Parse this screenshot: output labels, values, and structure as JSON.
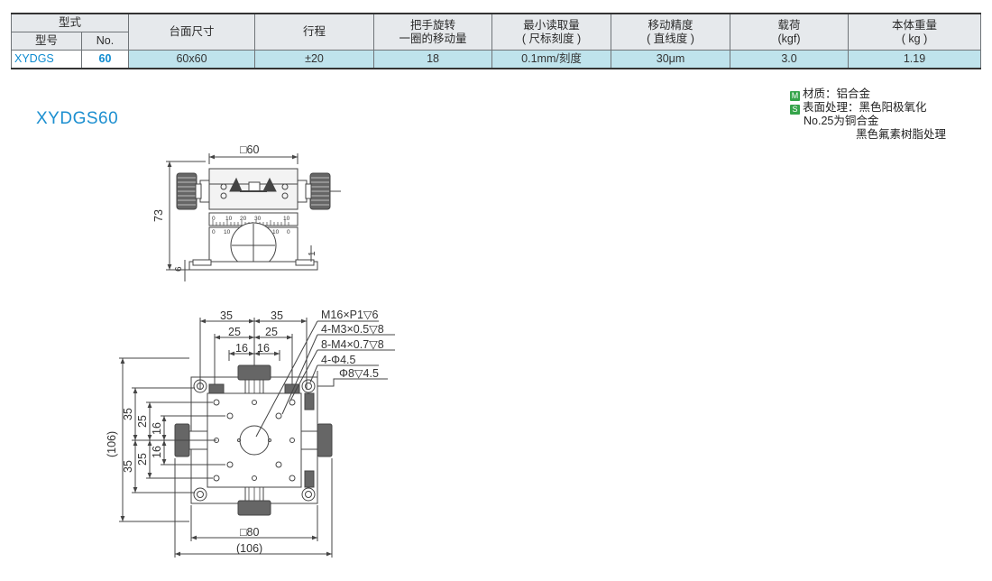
{
  "table": {
    "headers": {
      "type_group": "型式",
      "model": "型号",
      "no": "No.",
      "table_size": "台面尺寸",
      "travel": "行程",
      "handle_move_l1": "把手旋转",
      "handle_move_l2": "一圈的移动量",
      "min_read_l1": "最小读取量",
      "min_read_l2": "( 尺标刻度 )",
      "accuracy_l1": "移动精度",
      "accuracy_l2": "( 直线度 )",
      "load_l1": "载荷",
      "load_l2": "(kgf)",
      "weight_l1": "本体重量",
      "weight_l2": "( kg )"
    },
    "row": {
      "model": "XYDGS",
      "no": "60",
      "table_size": "60x60",
      "travel": "±20",
      "handle_move": "18",
      "min_read": "0.1mm/刻度",
      "accuracy": "30μm",
      "load": "3.0",
      "weight": "1.19"
    }
  },
  "title": "XYDGS60",
  "notes": {
    "m_badge": "M",
    "material": "材质：铝合金",
    "s_badge": "S",
    "surface": "表面处理：黑色阳极氧化",
    "no25": "No.25为铜合金",
    "no25_finish": "黑色氟素树脂处理"
  },
  "side_view": {
    "width_label": "□60",
    "height_label": "73",
    "base_label": "6",
    "gap_label": "1",
    "scale_top": [
      "0",
      "10",
      "20",
      "30",
      "10"
    ],
    "scale_bottom": [
      "0",
      "10",
      "10",
      "0"
    ]
  },
  "top_view": {
    "dim_35_left": "35",
    "dim_35_right": "35",
    "dim_25_left": "25",
    "dim_25_right": "25",
    "dim_16_left": "16",
    "dim_16_right": "16",
    "callout_1": "M16×P1▽6",
    "callout_2": "4-M3×0.5▽8",
    "callout_3": "8-M4×0.7▽8",
    "callout_4": "4-Φ4.5",
    "callout_5": "Φ8▽4.5",
    "v_106": "(106)",
    "v_35_top": "35",
    "v_35_bottom": "35",
    "v_25_top": "25",
    "v_25_bottom": "25",
    "v_16_top": "16",
    "v_16_bottom": "16",
    "bottom_80": "□80",
    "bottom_106": "(106)"
  }
}
